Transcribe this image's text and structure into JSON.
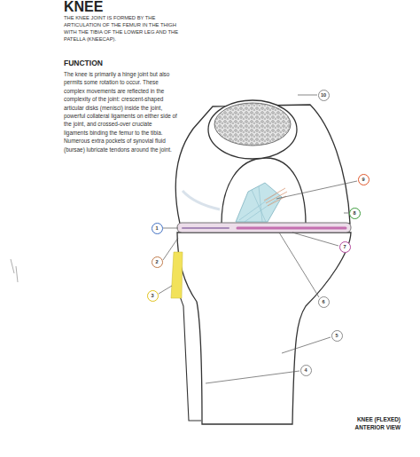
{
  "diagram": {
    "title": "KNEE",
    "caption": "KNEE (FLEXED) ANTERIOR VIEW",
    "labels": [
      "THE KNEE JOINT IS FORMED BY THE ARTICULATION OF THE FEMUR IN THE THIGH WITH THE TIBIA OF THE LOWER LEG AND THE PATELLA (KNEECAP).",
      "FUNCTION",
      "The knee is primarily a hinge joint but also permits some rotation to occur. These complex movements are reflected in the complexity of the joint: crescent-shaped articular disks (menisci) inside the joint, powerful collateral ligaments on either side of the joint, and crossed-over cruciate ligaments binding the femur to the tibia. Numerous extra pockets of synovial fluid (bursae) lubricate tendons around the joint.",
      "10",
      "9",
      "8",
      "7",
      "6",
      "5",
      "4",
      "1",
      "2",
      "3"
    ]
  }
}
